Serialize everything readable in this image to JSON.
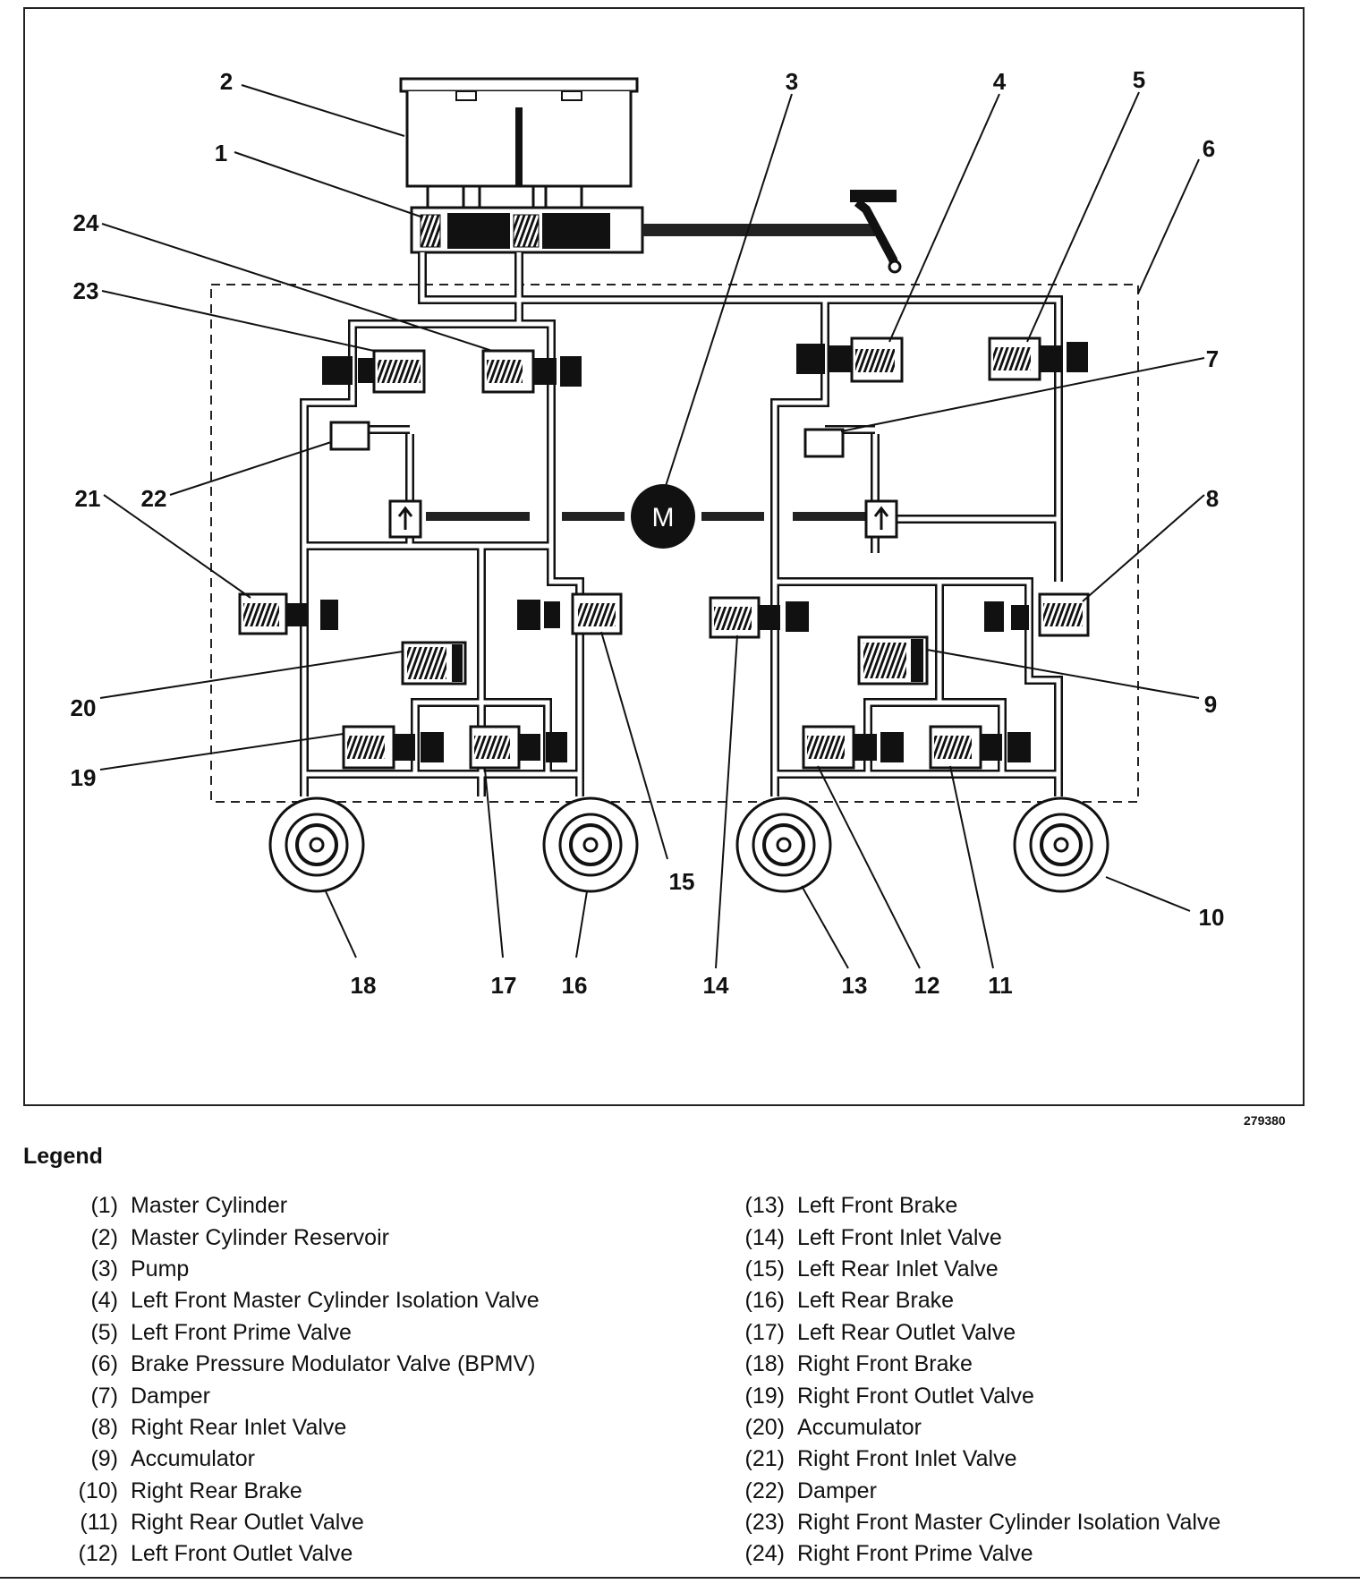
{
  "figure_id": "279380",
  "motor_label": "M",
  "callouts": [
    "1",
    "2",
    "3",
    "4",
    "5",
    "6",
    "7",
    "8",
    "9",
    "10",
    "11",
    "12",
    "13",
    "14",
    "15",
    "16",
    "17",
    "18",
    "19",
    "20",
    "21",
    "22",
    "23",
    "24"
  ],
  "legend": {
    "title": "Legend",
    "items": [
      {
        "num": "(1)",
        "text": "Master Cylinder"
      },
      {
        "num": "(2)",
        "text": "Master Cylinder Reservoir"
      },
      {
        "num": "(3)",
        "text": "Pump"
      },
      {
        "num": "(4)",
        "text": "Left Front Master Cylinder Isolation Valve"
      },
      {
        "num": "(5)",
        "text": "Left Front Prime Valve"
      },
      {
        "num": "(6)",
        "text": "Brake Pressure Modulator Valve (BPMV)"
      },
      {
        "num": "(7)",
        "text": "Damper"
      },
      {
        "num": "(8)",
        "text": "Right Rear Inlet Valve"
      },
      {
        "num": "(9)",
        "text": "Accumulator"
      },
      {
        "num": "(10)",
        "text": "Right Rear Brake"
      },
      {
        "num": "(11)",
        "text": "Right Rear Outlet Valve"
      },
      {
        "num": "(12)",
        "text": "Left Front Outlet Valve"
      },
      {
        "num": "(13)",
        "text": "Left Front Brake"
      },
      {
        "num": "(14)",
        "text": "Left Front Inlet Valve"
      },
      {
        "num": "(15)",
        "text": "Left Rear Inlet Valve"
      },
      {
        "num": "(16)",
        "text": "Left Rear Brake"
      },
      {
        "num": "(17)",
        "text": "Left Rear Outlet Valve"
      },
      {
        "num": "(18)",
        "text": "Right Front Brake"
      },
      {
        "num": "(19)",
        "text": "Right Front Outlet Valve"
      },
      {
        "num": "(20)",
        "text": "Accumulator"
      },
      {
        "num": "(21)",
        "text": "Right Front Inlet Valve"
      },
      {
        "num": "(22)",
        "text": "Damper"
      },
      {
        "num": "(23)",
        "text": "Right Front Master Cylinder Isolation Valve"
      },
      {
        "num": "(24)",
        "text": "Right Front Prime Valve"
      }
    ]
  }
}
